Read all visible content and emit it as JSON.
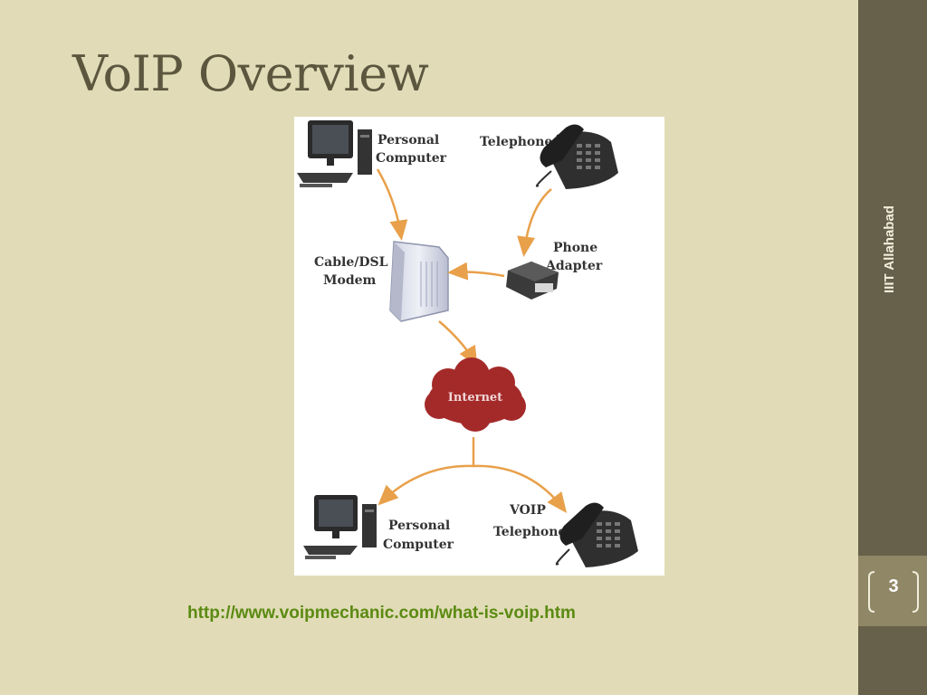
{
  "slide": {
    "title": "VoIP Overview",
    "organization": "IIIT Allahabad",
    "page_number": "3",
    "source_url": "http://www.voipmechanic.com/what-is-voip.htm"
  },
  "diagram": {
    "labels": {
      "pc_top_line1": "Personal",
      "pc_top_line2": "Computer",
      "telephone": "Telephone",
      "modem_line1": "Cable/DSL",
      "modem_line2": "Modem",
      "adapter_line1": "Phone",
      "adapter_line2": "Adapter",
      "internet": "Internet",
      "pc_bottom_line1": "Personal",
      "pc_bottom_line2": "Computer",
      "voip_line1": "VOIP",
      "voip_line2": "Telephone"
    }
  },
  "colors": {
    "background": "#e1dcb7",
    "sidebar": "#67604a",
    "title": "#5c563f",
    "link": "#5b8a12",
    "arrow": "#e8a04a",
    "cloud": "#a42a2a"
  },
  "icons": [
    "computer-icon",
    "telephone-icon",
    "modem-icon",
    "phone-adapter-icon",
    "internet-cloud-icon"
  ]
}
